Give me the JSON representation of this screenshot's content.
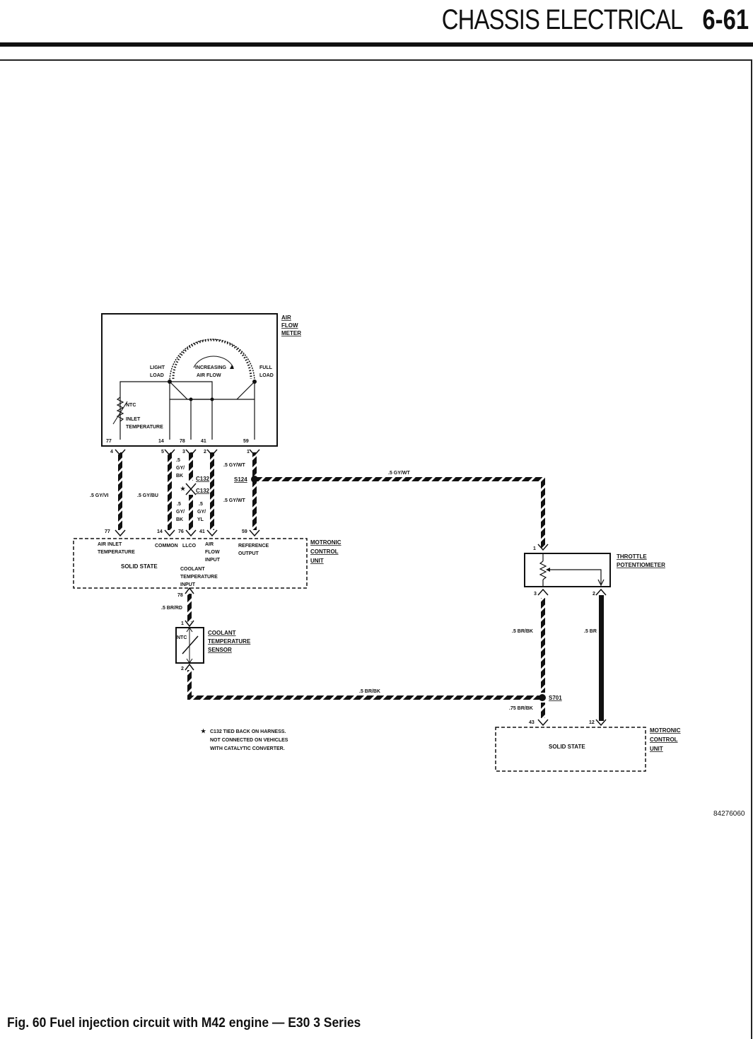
{
  "header": {
    "section_title": "CHASSIS ELECTRICAL",
    "page_number": "6-61"
  },
  "caption": "Fig. 60  Fuel injection circuit with M42 engine — E30 3 Series",
  "figure_code": "84276060",
  "air_flow_meter": {
    "title": [
      "AIR",
      "FLOW",
      "METER"
    ],
    "light_load": [
      "LIGHT",
      "LOAD"
    ],
    "increasing": [
      "INCREASING",
      "AIR FLOW"
    ],
    "full_load": [
      "FULL",
      "LOAD"
    ],
    "ntc": "NTC",
    "inlet": [
      "INLET",
      "TEMPERATURE"
    ],
    "pins": [
      "77",
      "14",
      "78",
      "41",
      "59"
    ],
    "terminals": [
      "4",
      "5",
      "3",
      "2",
      "1"
    ]
  },
  "wires": {
    "w1": ".5 GY/VI",
    "w2": ".5 GY/BU",
    "w3a": [
      ".5",
      "GY/",
      "BK"
    ],
    "w3b": [
      ".5",
      "GY/",
      "BK"
    ],
    "w4": [
      ".5",
      "GY/",
      "YL"
    ],
    "w5a": ".5 GY/WT",
    "w5b": ".5 GY/WT",
    "w_top": ".5 GY/WT",
    "w_coolant": ".5 BR/RD",
    "w_bottom": ".5 BR/BK",
    "w_tp3": ".5 BR/BK",
    "w_tp2": ".5 BR",
    "w_43": ".75 BR/BK"
  },
  "connectors": {
    "c132": "C132",
    "star": "★"
  },
  "splices": {
    "s124": "S124",
    "s701": "S701"
  },
  "motronic_upper": {
    "title": [
      "MOTRONIC",
      "CONTROL",
      "UNIT"
    ],
    "pins": [
      "77",
      "14",
      "76",
      "41",
      "59"
    ],
    "air_inlet": [
      "AIR INLET",
      "TEMPERATURE"
    ],
    "common": "COMMON",
    "llco": "LLCO",
    "air_flow_input": [
      "AIR",
      "FLOW",
      "INPUT"
    ],
    "reference": [
      "REFERENCE",
      "OUTPUT"
    ],
    "solid_state": "SOLID STATE",
    "coolant_input": [
      "COOLANT",
      "TEMPERATURE",
      "INPUT"
    ],
    "pin_78": "78"
  },
  "coolant_sensor": {
    "title": [
      "COOLANT",
      "TEMPERATURE",
      "SENSOR"
    ],
    "ntc": "NTC",
    "pins": [
      "1",
      "2"
    ]
  },
  "throttle": {
    "title": [
      "THROTTLE",
      "POTENTIOMETER"
    ],
    "pins": [
      "1",
      "3",
      "2"
    ]
  },
  "motronic_lower": {
    "title": [
      "MOTRONIC",
      "CONTROL",
      "UNIT"
    ],
    "solid_state": "SOLID STATE",
    "pins": [
      "43",
      "12"
    ]
  },
  "note": [
    "C132 TIED BACK ON HARNESS.",
    "NOT CONNECTED ON VEHICLES",
    "WITH CATALYTIC CONVERTER."
  ]
}
